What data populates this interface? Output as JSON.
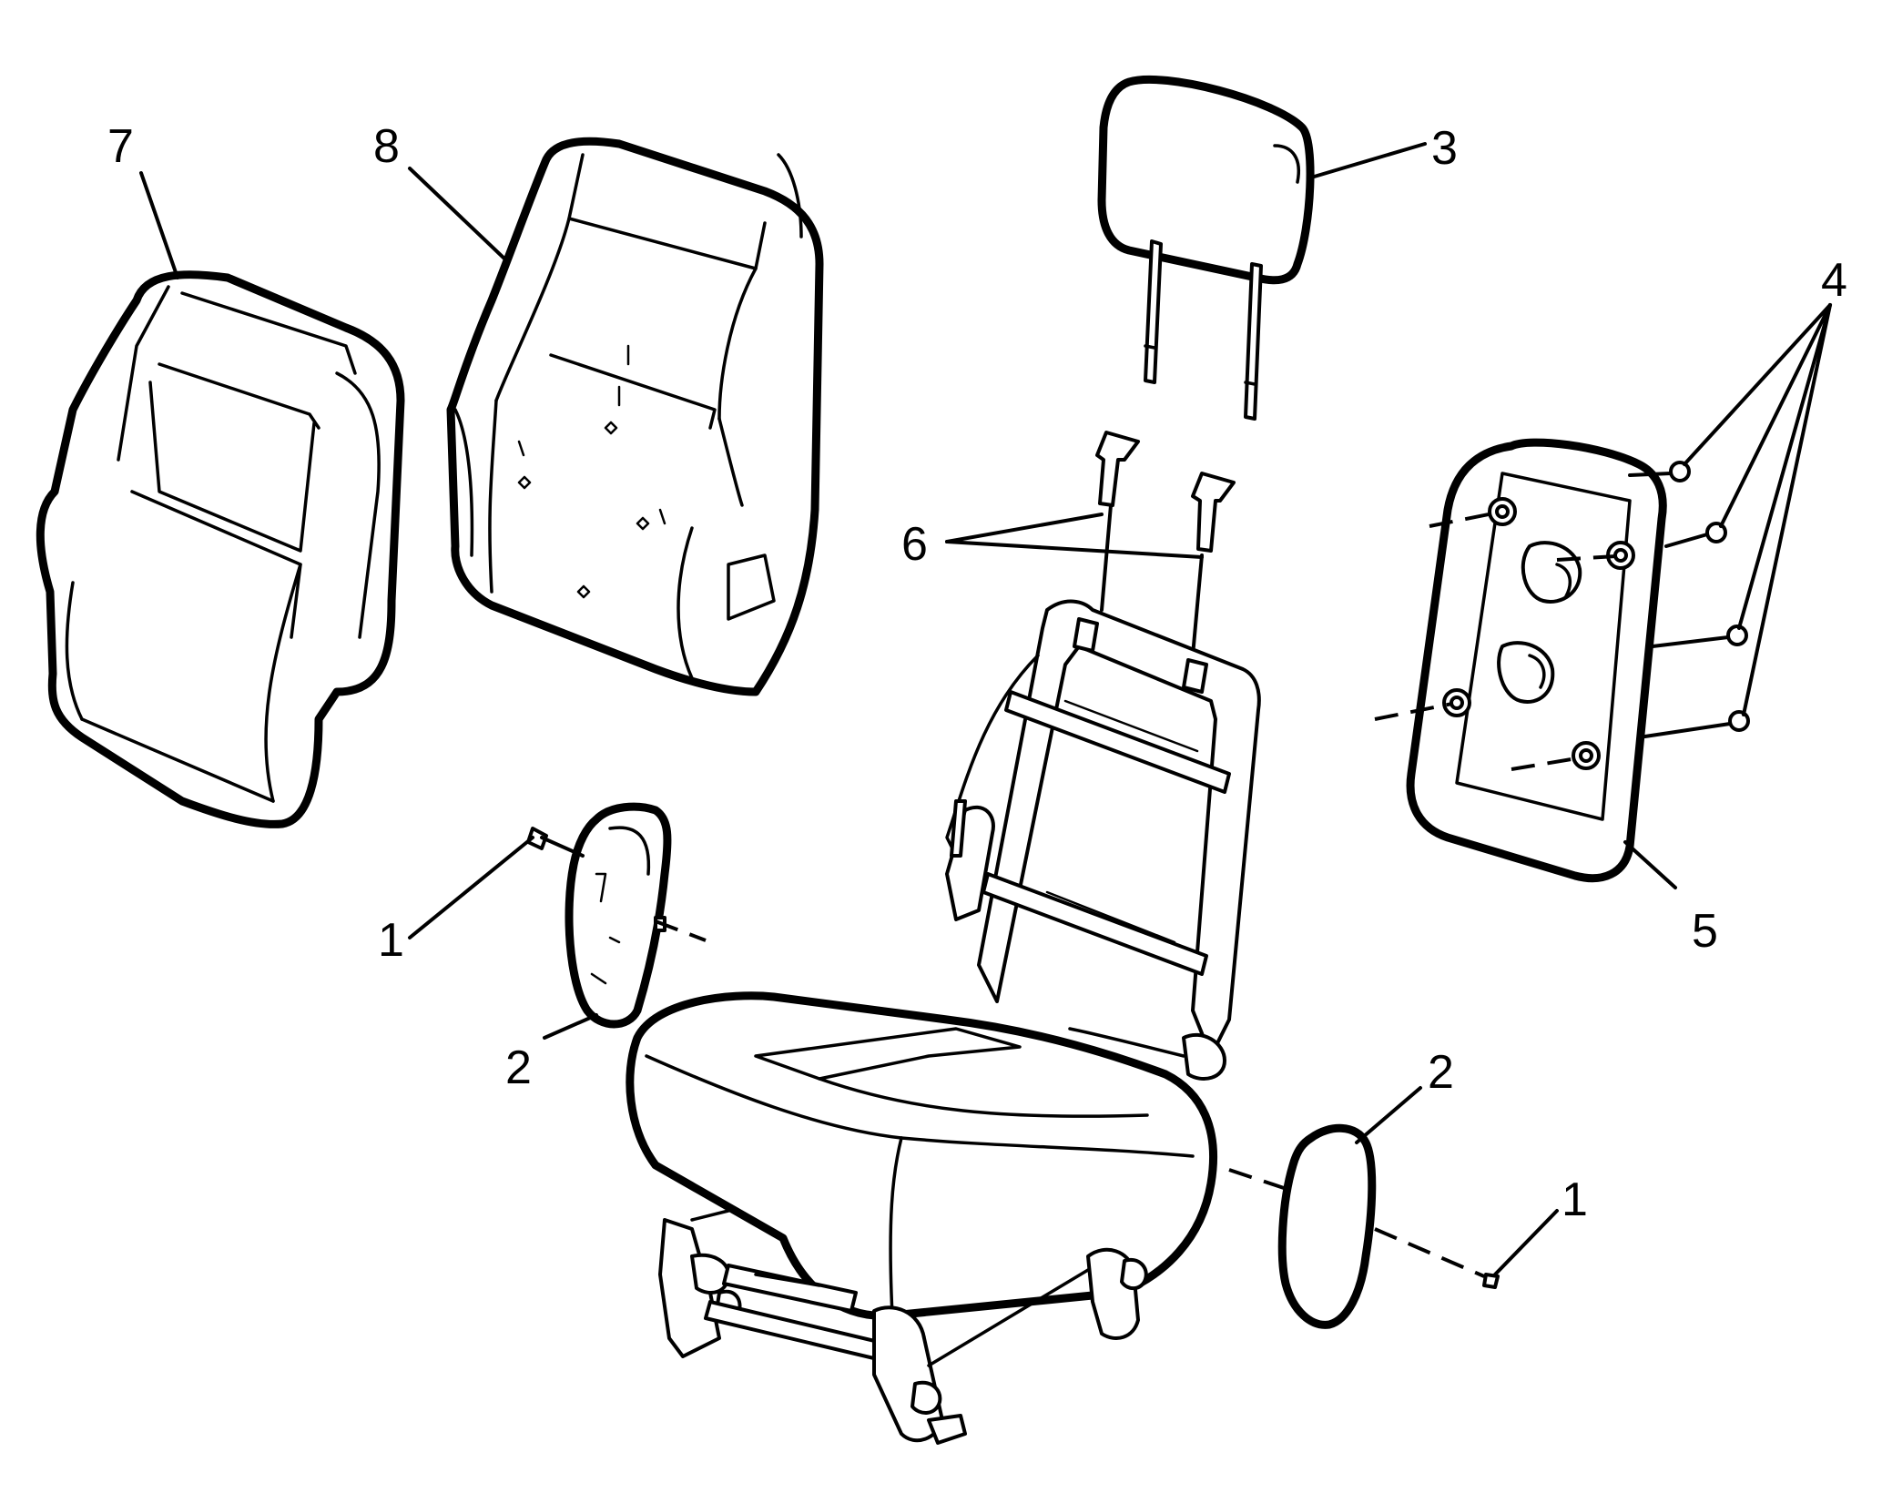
{
  "callouts": {
    "c1_left": "1",
    "c1_right": "1",
    "c2_left": "2",
    "c2_right": "2",
    "c3": "3",
    "c4": "4",
    "c5": "5",
    "c6": "6",
    "c7": "7",
    "c8": "8"
  },
  "colors": {
    "line": "#000000",
    "background": "#ffffff"
  }
}
